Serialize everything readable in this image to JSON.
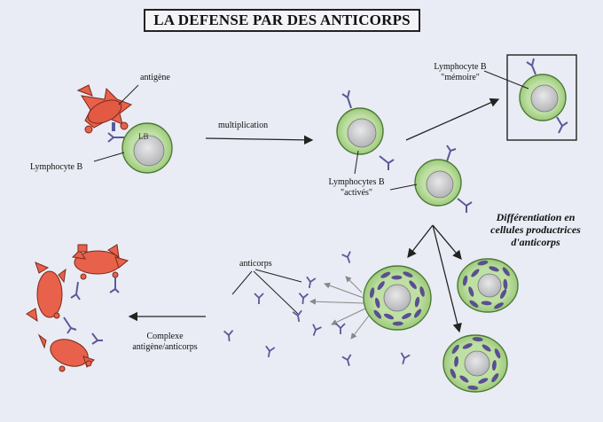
{
  "title": "LA DEFENSE PAR DES ANTICORPS",
  "labels": {
    "antigene": "antigène",
    "lb": "LB",
    "lymphocyte_b": "Lymphocyte B",
    "multiplication": "multiplication",
    "lymphocyte_b_memoire_line1": "Lymphocyte B",
    "lymphocyte_b_memoire_line2": "\"mémoire\"",
    "lymphocytes_actives_line1": "Lymphocytes B",
    "lymphocytes_actives_line2": "\"activés\"",
    "differentiation_line1": "Différentiation en",
    "differentiation_line2": "cellules productrices",
    "differentiation_line3": "d'anticorps",
    "anticorps": "anticorps",
    "complexe_line1": "Complexe",
    "complexe_line2": "antigène/anticorps"
  },
  "colors": {
    "cell_green": "#a9d28a",
    "nucleus_gray": "#c8c9cb",
    "antigen_red": "#e8614a",
    "antibody_purple": "#5a5a9a",
    "granule_purple": "#5a4f8f"
  }
}
